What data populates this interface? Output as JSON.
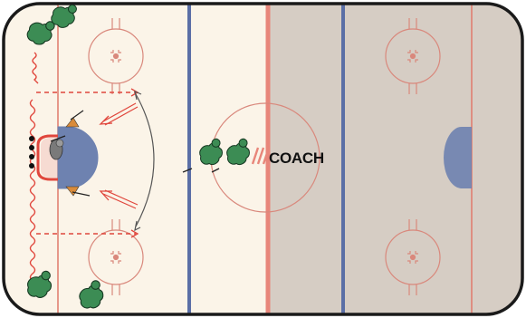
{
  "rink": {
    "colors": {
      "left_zone": "#fbf4e8",
      "right_zone": "#d6cdc4",
      "board": "#1a1a1a",
      "goal_line": "#e07a6b",
      "blue_line": "#5b6fa6",
      "center_line": "#e8867a",
      "faceoff": "#d9887c",
      "crease": "#6e82b0",
      "player": "#3c8c54",
      "drill_path": "#e0463c",
      "pass_arrow": "#555555"
    }
  },
  "logo": {
    "icon": "hockey-stick-slashes-icon",
    "text": "COACH"
  },
  "drill": {
    "players": [
      "player-top-left-1",
      "player-top-left-2",
      "player-bottom-left-1",
      "player-bottom-left-2",
      "player-center-1",
      "player-center-2",
      "goalie"
    ],
    "pucks_count": 4,
    "cones_count": 2
  }
}
